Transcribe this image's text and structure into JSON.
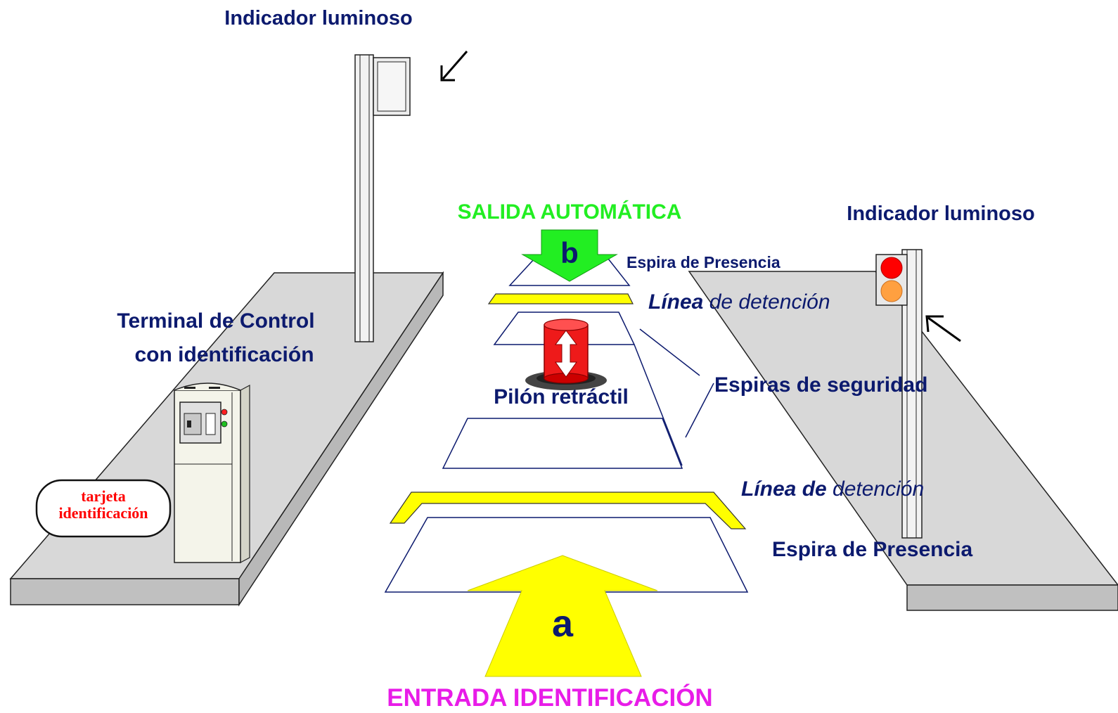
{
  "colors": {
    "navy": "#0c1a6e",
    "green": "#22ee22",
    "magenta": "#e81ce8",
    "yellow": "#ffff00",
    "red": "#ff0000",
    "orange": "#ffa040",
    "platform": "#d8d8d8",
    "platform_side": "#c0c0c0"
  },
  "labels": {
    "indicator_left": "Indicador luminoso",
    "indicator_right": "Indicador luminoso",
    "exit_auto": "SALIDA AUTOMÁTICA",
    "letter_b": "b",
    "letter_a": "a",
    "presence_top": "Espira de Presencia",
    "stop_line_top_italic": "Línea",
    "stop_line_top_rest": " de detención",
    "terminal_line1": "Terminal de Control",
    "terminal_line2": "con identificación",
    "pylon": "Pilón retráctil",
    "safety_loops": "Espiras de seguridad",
    "stop_line_bottom_bold": "Línea de",
    "stop_line_bottom_rest": " detención",
    "presence_bottom": "Espira de Presencia",
    "card_line1": "tarjeta",
    "card_line2": "identificación",
    "entry": "ENTRADA IDENTIFICACIÓN"
  },
  "icons": {
    "pointer_left": "arrow-down-left-icon",
    "pointer_right": "arrow-up-left-icon",
    "pylon_direction": "arrow-up-down-icon"
  }
}
